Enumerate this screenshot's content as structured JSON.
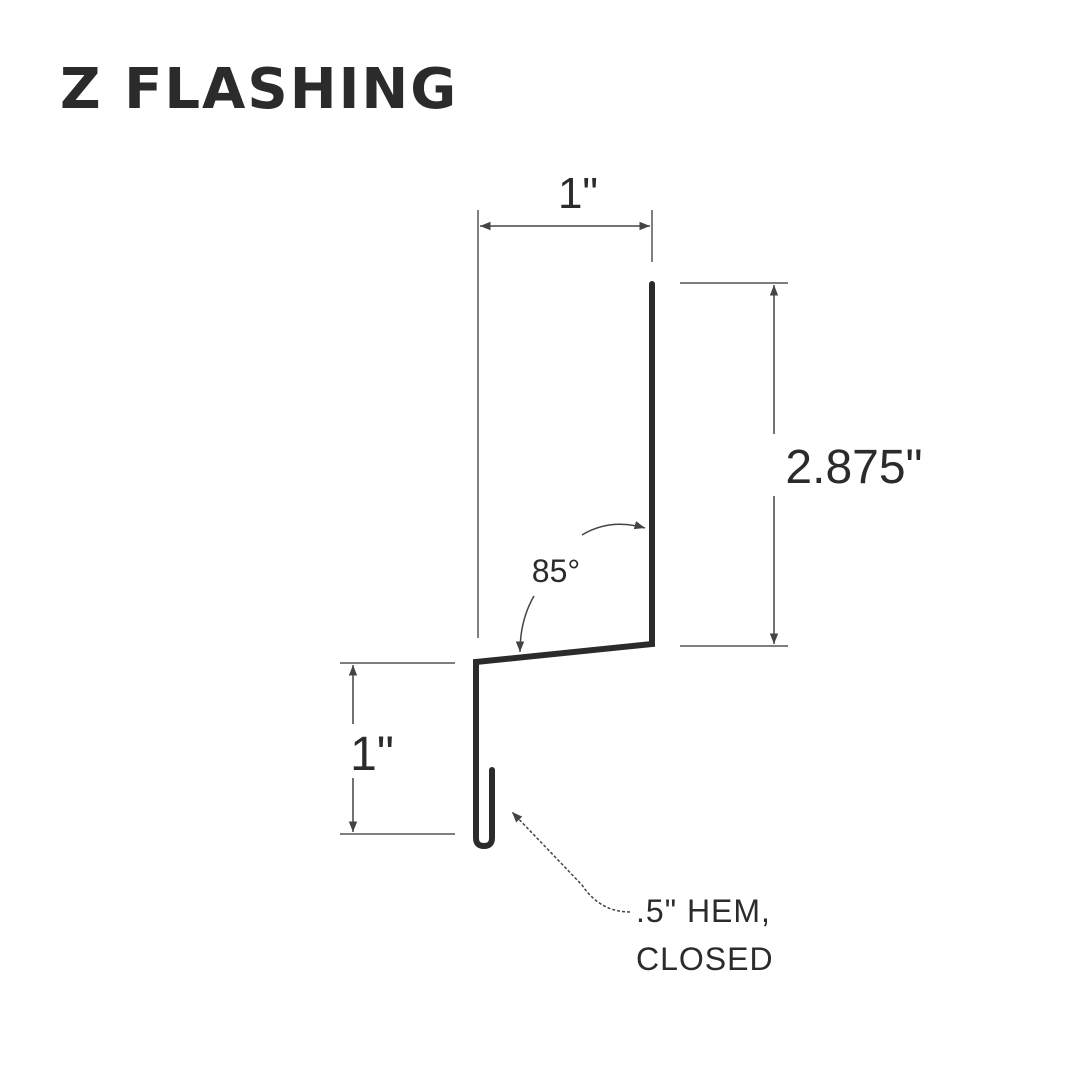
{
  "title": "Z FLASHING",
  "dimensions": {
    "top_width": "1\"",
    "upper_height": "2.875\"",
    "lower_height": "1\"",
    "angle": "85°"
  },
  "hem_note": {
    "line1": ".5\" HEM,",
    "line2": "CLOSED"
  },
  "colors": {
    "profile": "#2b2b2b",
    "dimension_lines": "#444444",
    "background": "#ffffff"
  }
}
